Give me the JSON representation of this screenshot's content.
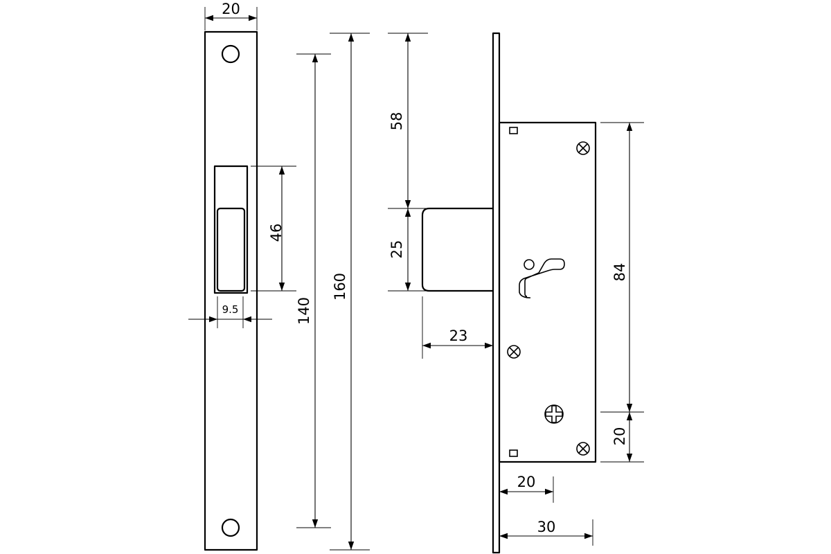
{
  "dimensions": {
    "plate_width": "20",
    "window_width": "9.5",
    "window_height": "46",
    "hole_spacing": "140",
    "plate_length": "160",
    "bolt_offset_top": "58",
    "bolt_height": "25",
    "bolt_throw": "23",
    "case_height": "84",
    "lower_offset": "20",
    "backset": "20",
    "case_depth": "30"
  }
}
